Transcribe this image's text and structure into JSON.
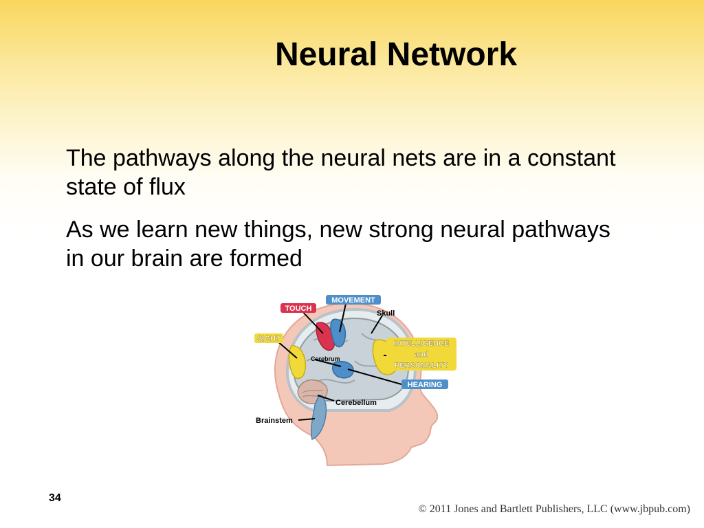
{
  "slide": {
    "title": "Neural Network",
    "bullets": [
      "The pathways along the neural nets are in a constant state of flux",
      "As we learn new things, new strong neural pathways in our brain are formed"
    ],
    "page_number": "34",
    "copyright": "© 2011 Jones and Bartlett Publishers, LLC (www.jbpub.com)"
  },
  "figure": {
    "labels": {
      "touch": "TOUCH",
      "movement": "MOVEMENT",
      "skull": "Skull",
      "sight": "SIGHT",
      "intelligence": "INTELLIGENCE",
      "and": "and",
      "personality": "PERSONALITY",
      "cerebrum": "Cerebrum",
      "hearing": "HEARING",
      "cerebellum": "Cerebellum",
      "brainstem": "Brainstem"
    },
    "colors": {
      "touch": "#d9334f",
      "movement": "#4e8fc9",
      "sight": "#f2d93a",
      "hearing": "#4e8fc9"
    }
  }
}
